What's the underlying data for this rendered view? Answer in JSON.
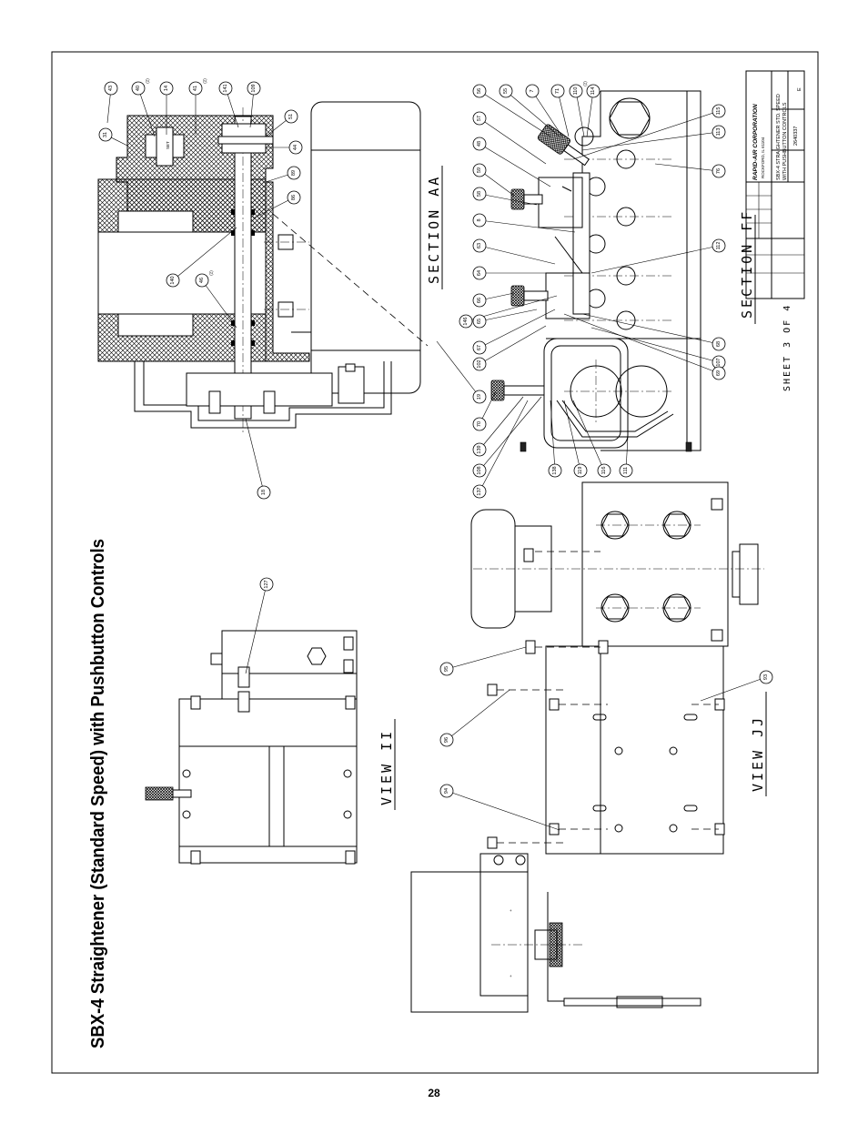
{
  "page": {
    "title": "SBX-4 Straightener (Standard Speed) with Pushbutton Controls",
    "page_number": "28"
  },
  "views": {
    "section_aa": "SECTION AA",
    "section_ff": "SECTION FF",
    "view_ii": "VIEW II",
    "view_jj": "VIEW JJ",
    "sheet": "SHEET 3 OF 4"
  },
  "title_block": {
    "company": "RAPID-AIR CORPORATION",
    "company_sub": "ROCKFORD, IL  61104",
    "drawing_title": "SBX-4 STRAIGHTENER STD. SPEED",
    "drawing_subtitle": "WITH PUSHBUTTON CONTROLS",
    "drawing_number": "2640337",
    "revision": "E"
  },
  "bubbles_aa": [
    {
      "t": "43"
    },
    {
      "t": "40",
      "q": "(2)"
    },
    {
      "t": "14"
    },
    {
      "t": "41",
      "q": "(2)"
    },
    {
      "t": "141"
    },
    {
      "t": "109"
    },
    {
      "t": "31"
    },
    {
      "t": "51"
    },
    {
      "t": "44"
    },
    {
      "t": "89"
    },
    {
      "t": "86"
    },
    {
      "t": "140"
    },
    {
      "t": "46",
      "q": "(2)"
    },
    {
      "t": "18"
    }
  ],
  "bubbles_ff": [
    {
      "t": "56"
    },
    {
      "t": "55"
    },
    {
      "t": "7"
    },
    {
      "t": "71"
    },
    {
      "t": "110",
      "q": "(2)"
    },
    {
      "t": "114"
    },
    {
      "t": "57"
    },
    {
      "t": "115"
    },
    {
      "t": "113"
    },
    {
      "t": "48"
    },
    {
      "t": "59"
    },
    {
      "t": "76"
    },
    {
      "t": "58"
    },
    {
      "t": "8"
    },
    {
      "t": "63"
    },
    {
      "t": "112"
    },
    {
      "t": "64"
    },
    {
      "t": "66"
    },
    {
      "t": "146"
    },
    {
      "t": "65"
    },
    {
      "t": "67"
    },
    {
      "t": "102"
    },
    {
      "t": "68"
    },
    {
      "t": "107"
    },
    {
      "t": "69"
    },
    {
      "t": "19"
    },
    {
      "t": "70"
    },
    {
      "t": "139"
    },
    {
      "t": "108"
    },
    {
      "t": "137"
    },
    {
      "t": "138"
    },
    {
      "t": "119"
    },
    {
      "t": "116"
    },
    {
      "t": "111"
    }
  ],
  "bubbles_ii": [
    {
      "t": "127"
    }
  ],
  "bubbles_jj": [
    {
      "t": "95"
    },
    {
      "t": "96"
    },
    {
      "t": "94"
    },
    {
      "t": "93"
    }
  ]
}
